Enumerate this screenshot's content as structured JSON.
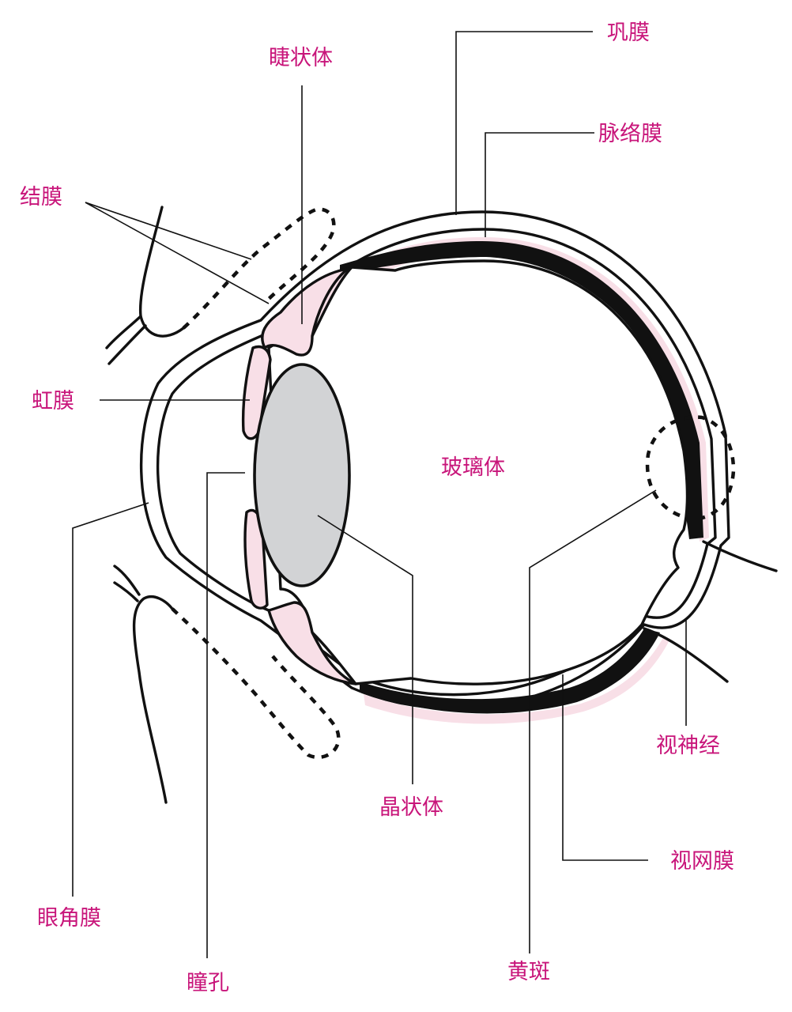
{
  "colors": {
    "label": "#c8157a",
    "line": "#111111",
    "pink_tissue": "#f8dfe7",
    "lens": "#d2d3d5",
    "background": "#ffffff"
  },
  "labels": {
    "sclera": "巩膜",
    "ciliary_body": "睫状体",
    "choroid": "脉络膜",
    "conjunctiva": "结膜",
    "iris": "虹膜",
    "vitreous": "玻璃体",
    "cornea": "眼角膜",
    "pupil": "瞳孔",
    "lens": "晶状体",
    "macula": "黄斑",
    "retina": "视网膜",
    "optic_nerve": "视神经"
  }
}
